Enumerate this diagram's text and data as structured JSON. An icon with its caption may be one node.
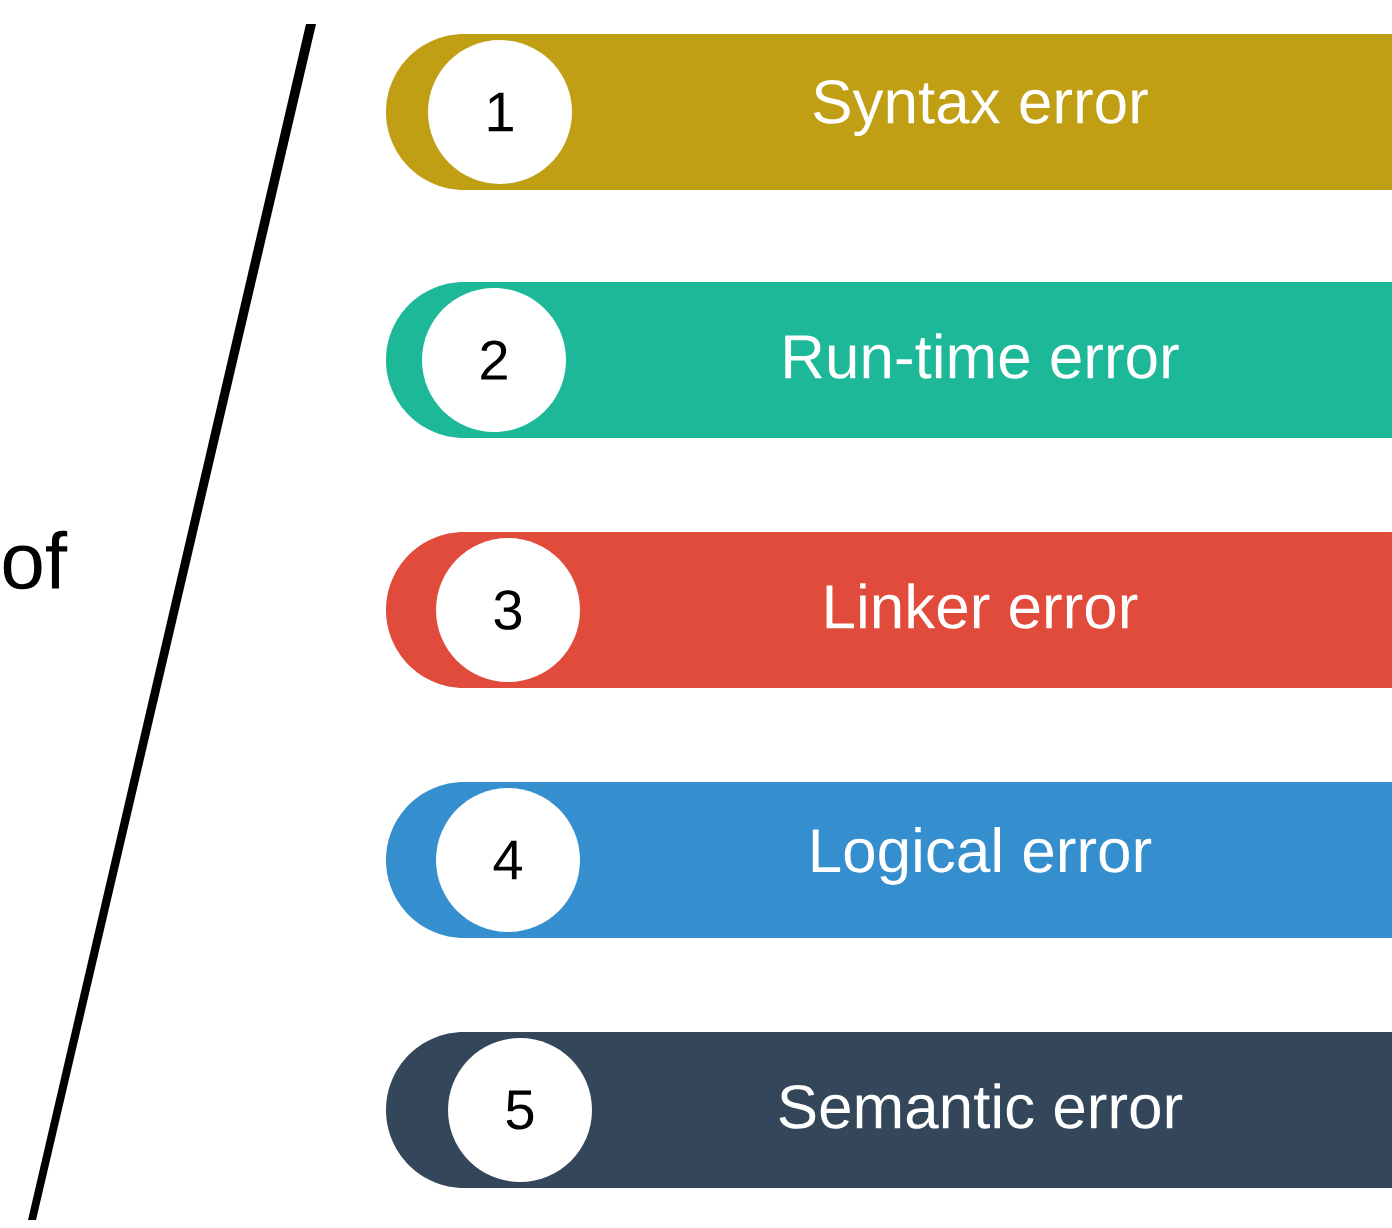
{
  "diagram": {
    "nodes": [
      {
        "text": [
          "1",
          "Syntax error"
        ]
      },
      {
        "text": [
          "2",
          "Run-time error"
        ]
      },
      {
        "text": [
          "3",
          "Linker error"
        ]
      },
      {
        "text": [
          "4",
          "Logical error"
        ]
      },
      {
        "text": [
          "5",
          "Semantic error"
        ]
      }
    ],
    "labels": [
      "of"
    ]
  }
}
